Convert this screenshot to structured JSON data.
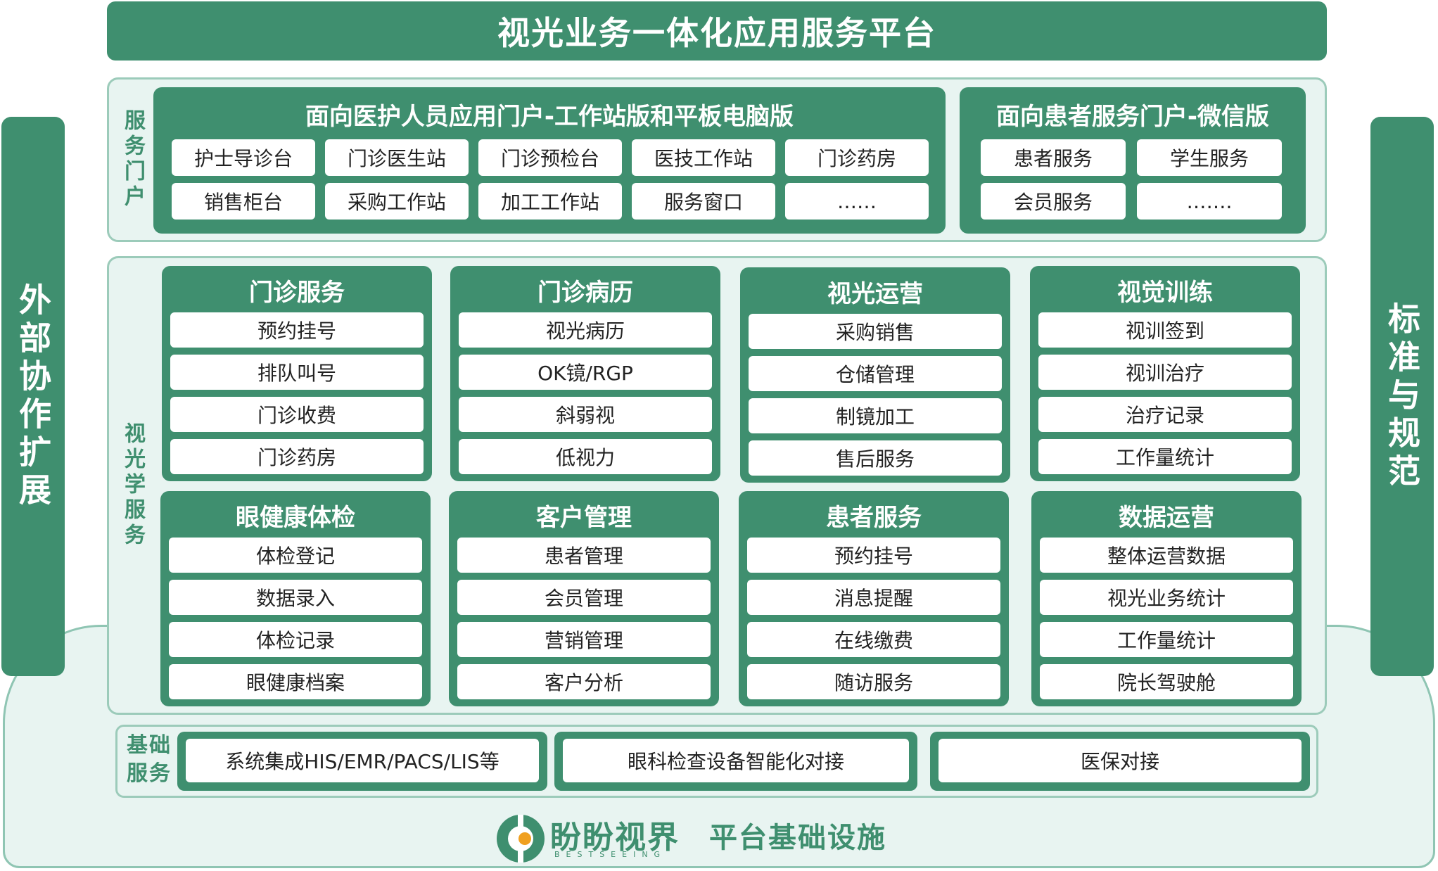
{
  "title": "视光业务一体化应用服务平台",
  "left_bar": "外部协作扩展",
  "right_bar": "标准与规范",
  "service_portal": {
    "label": "服务门户",
    "staff": {
      "title": "面向医护人员应用门户-工作站版和平板电脑版",
      "items": [
        "护士导诊台",
        "门诊医生站",
        "门诊预检台",
        "医技工作站",
        "门诊药房",
        "销售柜台",
        "采购工作站",
        "加工工作站",
        "服务窗口",
        "……"
      ]
    },
    "patient": {
      "title": "面向患者服务门户-微信版",
      "items": [
        "患者服务",
        "学生服务",
        "会员服务",
        "……."
      ]
    }
  },
  "optometry_services": {
    "label": "视光学服务",
    "modules": [
      {
        "title": "门诊服务",
        "items": [
          "预约挂号",
          "排队叫号",
          "门诊收费",
          "门诊药房"
        ]
      },
      {
        "title": "门诊病历",
        "items": [
          "视光病历",
          "OK镜/RGP",
          "斜弱视",
          "低视力"
        ]
      },
      {
        "title": "视光运营",
        "items": [
          "采购销售",
          "仓储管理",
          "制镜加工",
          "售后服务"
        ]
      },
      {
        "title": "视觉训练",
        "items": [
          "视训签到",
          "视训治疗",
          "治疗记录",
          "工作量统计"
        ]
      },
      {
        "title": "眼健康体检",
        "items": [
          "体检登记",
          "数据录入",
          "体检记录",
          "眼健康档案"
        ]
      },
      {
        "title": "客户管理",
        "items": [
          "患者管理",
          "会员管理",
          "营销管理",
          "客户分析"
        ]
      },
      {
        "title": "患者服务",
        "items": [
          "预约挂号",
          "消息提醒",
          "在线缴费",
          "随访服务"
        ]
      },
      {
        "title": "数据运营",
        "items": [
          "整体运营数据",
          "视光业务统计",
          "工作量统计",
          "院长驾驶舱"
        ]
      }
    ]
  },
  "base_services": {
    "label": "基础服务",
    "items": [
      "系统集成HIS/EMR/PACS/LIS等",
      "眼科检查设备智能化对接",
      "医保对接"
    ]
  },
  "footer": {
    "brand": "盼盼视界",
    "brand_sub": "BESTSEEING",
    "infra": "平台基础设施"
  },
  "colors": {
    "primary": "#3f8f6f",
    "light": "#e8f4f1",
    "border": "#9ccbba"
  }
}
